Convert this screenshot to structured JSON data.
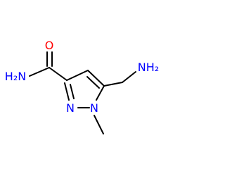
{
  "labels": {
    "oxygen": "O",
    "amide_nitrogen": "H₂N",
    "amine_nitrogen": "NH₂",
    "ring_nitrogen_2": "N",
    "ring_nitrogen_1": "N"
  },
  "colors": {
    "background": "#ffffff",
    "bond": "#000000",
    "oxygen": "#ff0000",
    "nitrogen": "#0000ff"
  }
}
